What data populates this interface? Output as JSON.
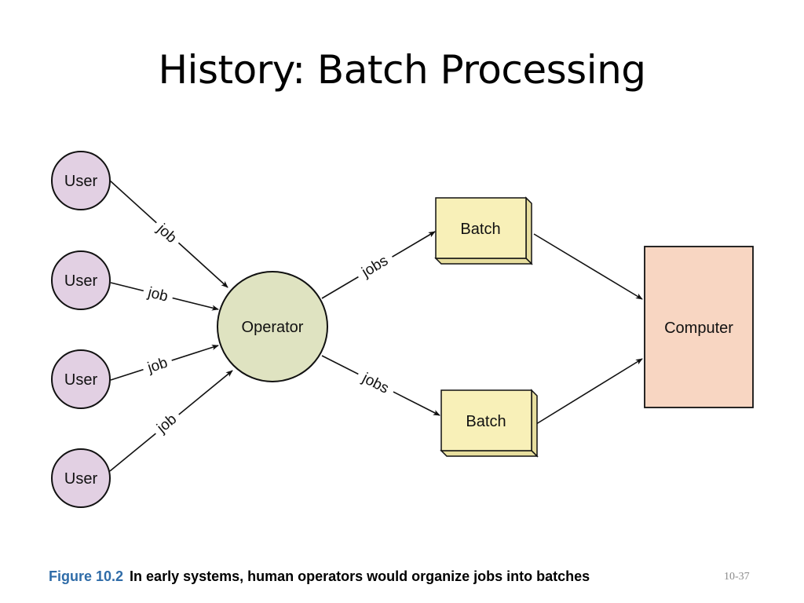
{
  "title": "History: Batch Processing",
  "diagram": {
    "users": [
      "User",
      "User",
      "User",
      "User"
    ],
    "operator": "Operator",
    "batches": [
      "Batch",
      "Batch"
    ],
    "computer": "Computer",
    "edge_labels": {
      "user_to_operator": [
        "job",
        "job",
        "job",
        "job"
      ],
      "operator_to_batch": [
        "jobs",
        "jobs"
      ]
    },
    "colors": {
      "user": "#e2d0e3",
      "operator": "#dfe3c1",
      "batch": "#f8f0b8",
      "computer": "#f8d6c2",
      "stroke": "#111111"
    }
  },
  "caption": {
    "figure_number": "Figure 10.2",
    "text": "In early systems, human operators would organize jobs into batches"
  },
  "page_number": "10-37"
}
